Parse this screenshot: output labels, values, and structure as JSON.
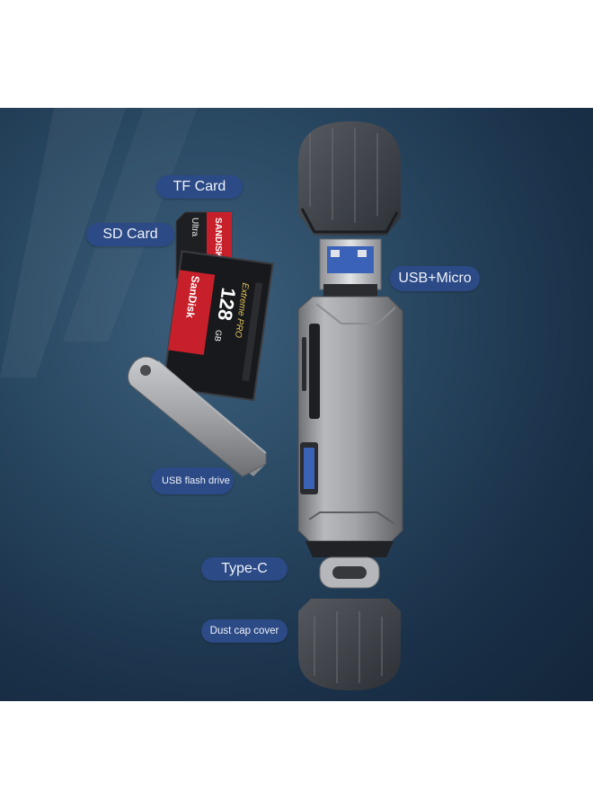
{
  "labels": {
    "tf_card": "TF Card",
    "sd_card": "SD Card",
    "usb_micro": "USB+Micro",
    "usb_flash_drive": "USB flash drive",
    "type_c": "Type-C",
    "dust_cap": "Dust cap cover"
  },
  "sd_card_print": {
    "brand": "SanDisk",
    "capacity": "128",
    "capacity_unit": "GB",
    "line": "Extreme PRO"
  },
  "tf_card_print": {
    "brand": "SANDISK",
    "line": "Ultra",
    "type": "SD"
  },
  "colors": {
    "background": "#1f3a55",
    "label_pill": "#2c4a86",
    "label_text": "#eef2fa",
    "sd_red": "#c8202a",
    "metal": "#9a9ca0"
  }
}
